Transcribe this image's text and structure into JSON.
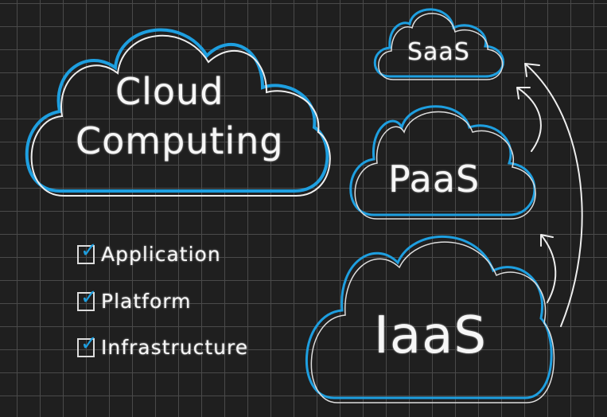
{
  "main_cloud": {
    "line1": "Cloud",
    "line2": "Computing"
  },
  "checklist": [
    {
      "label": "Application",
      "checked": true
    },
    {
      "label": "Platform",
      "checked": true
    },
    {
      "label": "Infrastructure",
      "checked": true
    }
  ],
  "layers": {
    "top": "SaaS",
    "middle": "PaaS",
    "bottom": "IaaS"
  },
  "colors": {
    "cloud_outline": "#1e9fe0",
    "chalk": "#f4f4f4",
    "board": "#1f1f1f"
  },
  "check_icon": "check-icon"
}
